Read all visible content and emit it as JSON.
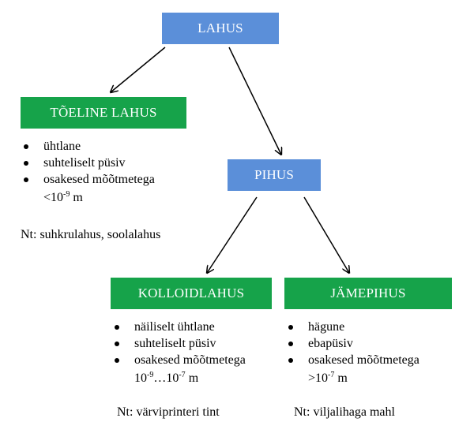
{
  "nodes": {
    "lahus": "LAHUS",
    "toeline_lahus": "TÕELINE LAHUS",
    "pihus": "PIHUS",
    "kolloidlahus": "KOLLOIDLAHUS",
    "jamepihus": "JÄMEPIHUS"
  },
  "toeline_lahus": {
    "bullets": {
      "b1": "ühtlane",
      "b2": "suhteliselt püsiv",
      "b3_line1": "osakesed mõõtmetega",
      "b3_pre": "<10",
      "b3_exp": "-9",
      "b3_post": " m"
    },
    "example": "Nt: suhkrulahus, soolalahus"
  },
  "kolloidlahus": {
    "bullets": {
      "b1": "näiliselt ühtlane",
      "b2": "suhteliselt püsiv",
      "b3_line1": "osakesed mõõtmetega",
      "b3_pre": "10",
      "b3_exp1": "-9",
      "b3_mid": "…10",
      "b3_exp2": "-7",
      "b3_post": " m"
    },
    "example": "Nt: värviprinteri tint"
  },
  "jamepihus": {
    "bullets": {
      "b1": "hägune",
      "b2": "ebapüsiv",
      "b3_line1": "osakesed mõõtmetega",
      "b3_pre": ">10",
      "b3_exp": "-7",
      "b3_post": " m"
    },
    "example": "Nt: viljalihaga mahl"
  },
  "colors": {
    "blue_box": "#5b8fd9",
    "green_box": "#16a34a",
    "box_text": "#ffffff",
    "arrow": "#000000"
  }
}
